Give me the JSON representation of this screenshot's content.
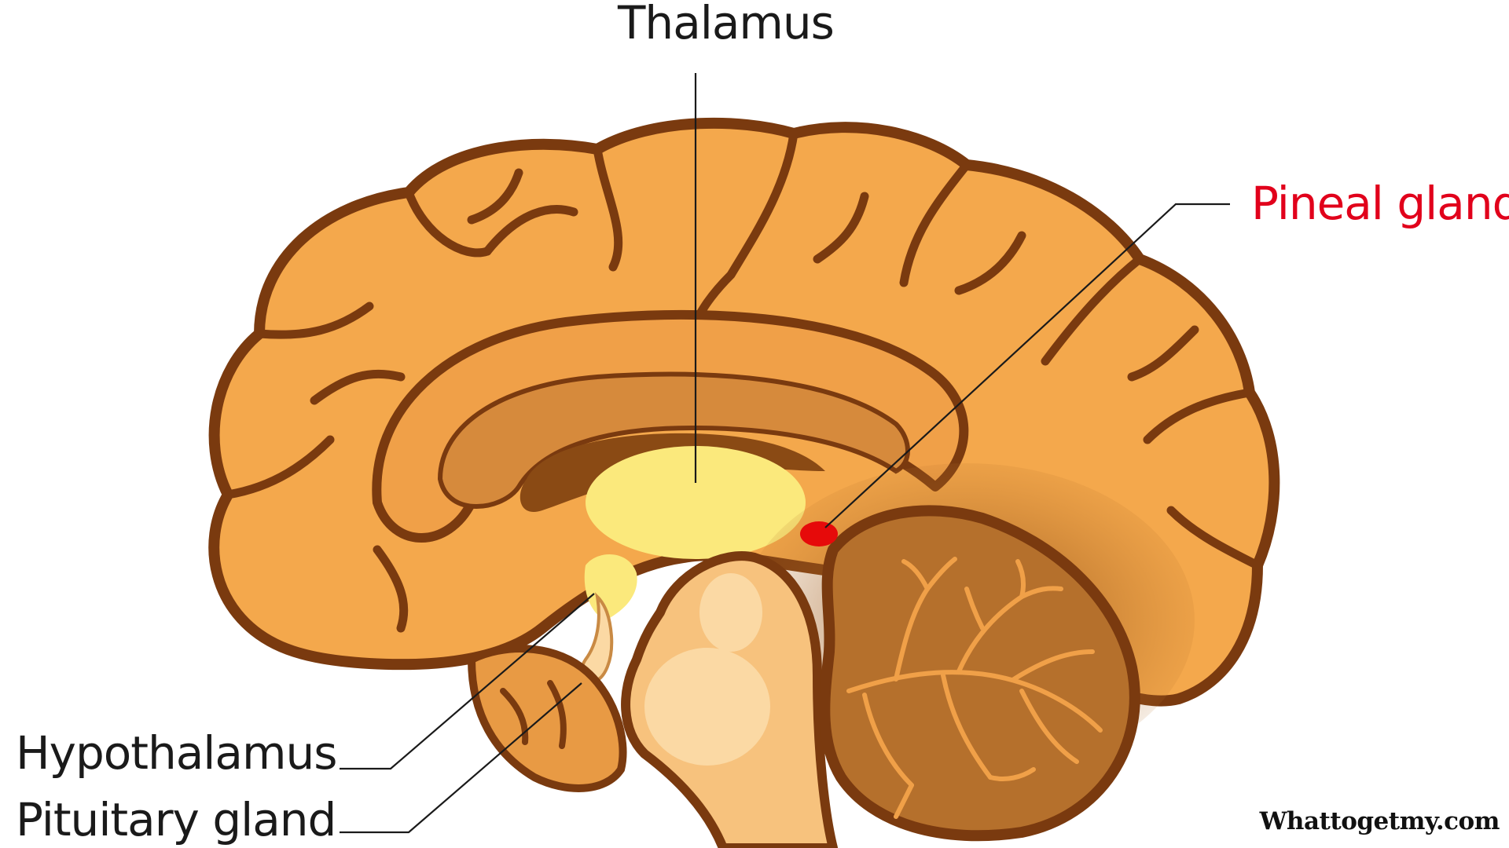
{
  "labels": {
    "thalamus": "Thalamus",
    "pineal_gland": "Pineal gland",
    "hypothalamus": "Hypothalamus",
    "pituitary_gland": "Pituitary gland"
  },
  "watermark": "Whattogetmy.com",
  "colors": {
    "label_text": "#1a1a1a",
    "pineal_label": "#e1001b",
    "pineal_gland_fill": "#e60a0a",
    "cerebrum_fill": "#f4a84c",
    "outline": "#7a3a0f",
    "thalamus_fill": "#fbe97c",
    "cerebellum_fill": "#b5702c",
    "brainstem_fill": "#f7c27d",
    "background": "#ffffff"
  }
}
